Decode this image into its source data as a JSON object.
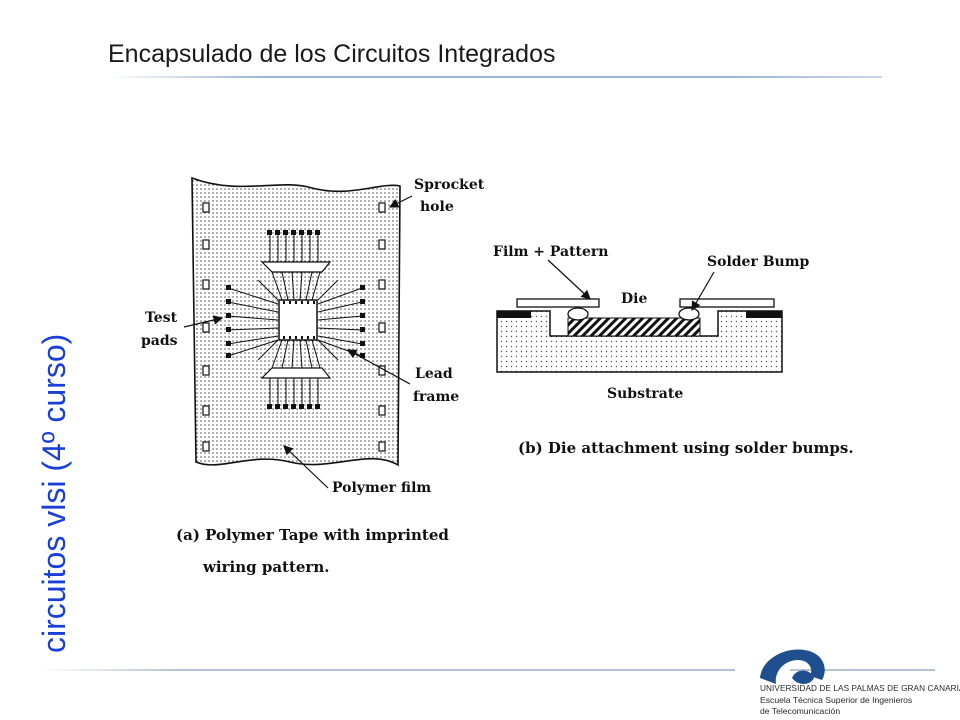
{
  "header": {
    "title": "Encapsulado de los Circuitos Integrados"
  },
  "sidebar": {
    "course_label": "circuitos vlsi (4º curso)"
  },
  "diagram_a": {
    "labels": {
      "sprocket_1": "Sprocket",
      "sprocket_2": "hole",
      "test_1": "Test",
      "test_2": "pads",
      "lead_1": "Lead",
      "lead_2": "frame",
      "polymer": "Polymer film"
    },
    "caption_1": "(a) Polymer Tape with imprinted",
    "caption_2": "wiring pattern."
  },
  "diagram_b": {
    "labels": {
      "film": "Film + Pattern",
      "solder": "Solder Bump",
      "die": "Die",
      "substrate": "Substrate"
    },
    "caption": "(b) Die attachment using solder bumps."
  },
  "footer": {
    "logo_icon": "ulpgc-logo-icon",
    "line_1": "UNIVERSIDAD DE LAS PALMAS DE GRAN CANARIA",
    "line_2": "Escuela Técnica Superior de Ingenieros",
    "line_3": "de Telecomunicación"
  },
  "colors": {
    "accent_blue": "#1a3fd8",
    "logo_blue": "#1f4f8f"
  }
}
